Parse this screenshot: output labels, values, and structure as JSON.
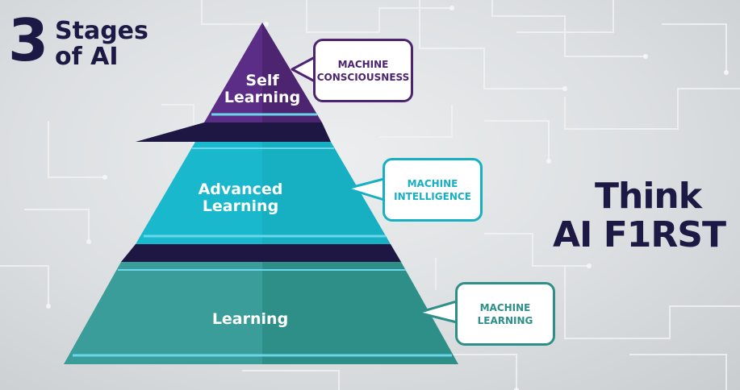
{
  "header": {
    "number": "3",
    "line1": "Stages",
    "line2": "of AI"
  },
  "tagline": {
    "line1": "Think",
    "line2": "AI F1RST"
  },
  "stages": [
    {
      "label": "Self\nLearning",
      "callout": "MACHINE\nCONSCIOUSNESS",
      "color": "#5b2d86",
      "callout_color": "#4c2470"
    },
    {
      "label": "Advanced\nLearning",
      "callout": "MACHINE\nINTELLIGENCE",
      "color": "#1ab8cc",
      "callout_color": "#16b0c2"
    },
    {
      "label": "Learning",
      "callout": "MACHINE\nLEARNING",
      "color": "#3a9d9a",
      "callout_color": "#2e8f89"
    }
  ],
  "colors": {
    "navy": "#1c1a45",
    "background": "#dcdfe1"
  }
}
